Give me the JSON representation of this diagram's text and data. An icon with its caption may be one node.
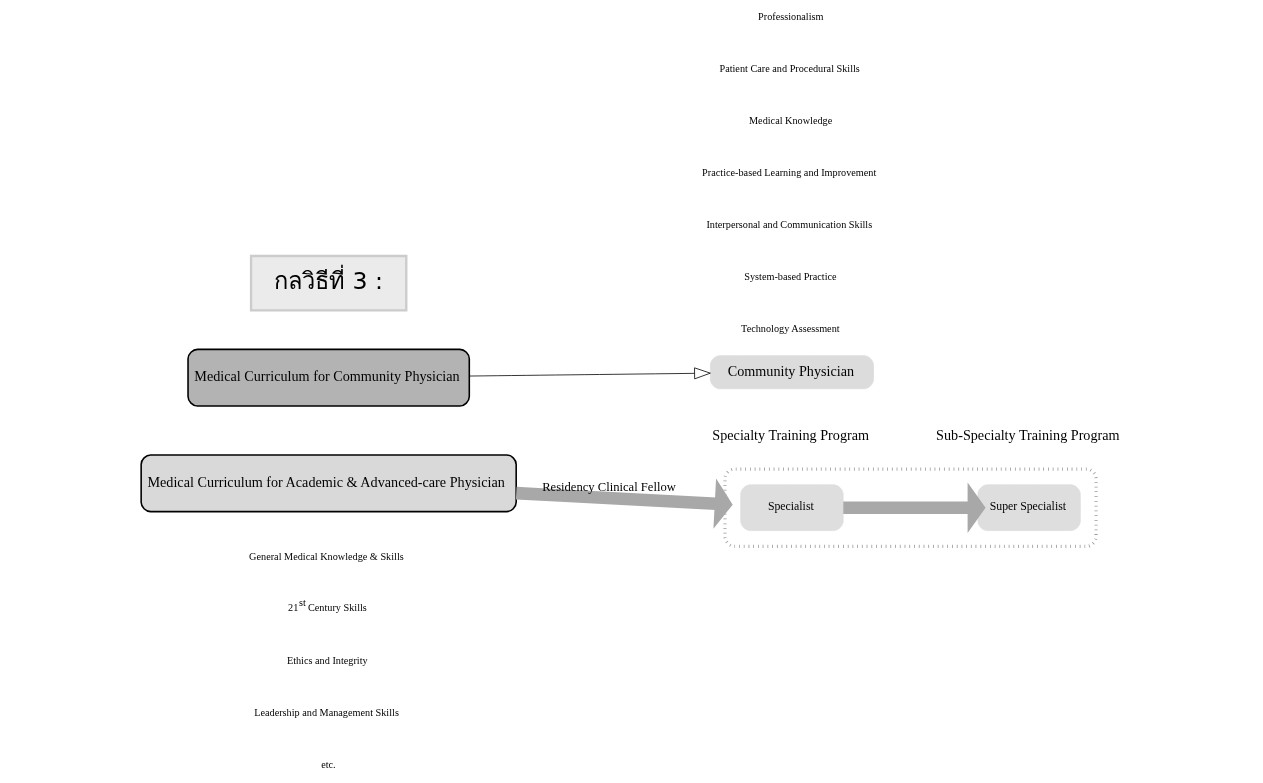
{
  "diagram": {
    "nodes": [
      {
        "text": [
          "กลวิธีที่ 3 :"
        ]
      },
      {
        "text": [
          "Medical Curriculum for Community Physician"
        ]
      },
      {
        "text": [
          "Community Physician"
        ]
      },
      {
        "text": [
          "Medical Curriculum for Academic & Advanced-care Physician"
        ]
      },
      {
        "text": [],
        "shape": "box"
      },
      {
        "text": [
          "Specialist"
        ],
        "in": 4
      },
      {
        "text": [
          "Super Specialist"
        ],
        "in": 4
      }
    ],
    "edges": [
      {
        "from": 1,
        "to": 2,
        "arrow": "to",
        "color": "#000000"
      },
      {
        "from": 3,
        "to": 4,
        "arrow": "to",
        "label": "Residency Clinical Fellow"
      },
      {
        "from": 5,
        "to": 6,
        "arrow": "to"
      }
    ],
    "labels": [
      "Sub-Specialty Training Program",
      "Specialty Training Program",
      "General Medical Knowledge & Skills",
      "21$^{st}$ Century Skills",
      "Ethics and Integrity",
      "Leadership and Management Skills",
      "etc.",
      "Professionalism",
      "Patient Care and Procedural Skills",
      "Medical Knowledge",
      "Practice-based Learning and Improvement",
      "Interpersonal and Communication Skills",
      "System-based Practice",
      "Technology Assessment"
    ]
  }
}
